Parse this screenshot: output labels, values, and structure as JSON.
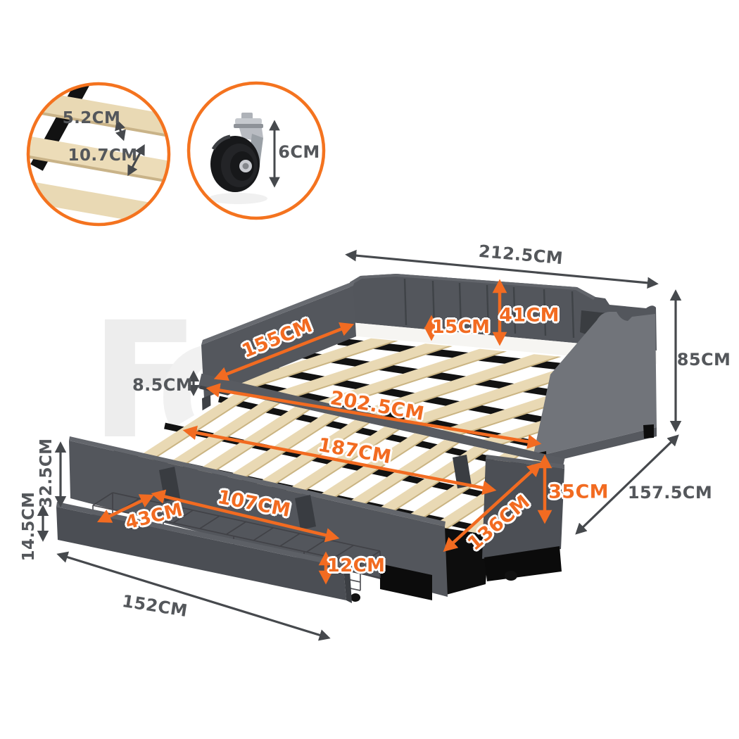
{
  "product": "daybed-with-trundle-and-storage-drawer-dimension-diagram",
  "colors": {
    "accent_orange": "#f26b21",
    "circle_ring_orange": "#f4731f",
    "label_gray": "#54575b",
    "fabric_gray": "#54575d",
    "fabric_light_gray": "#71747a",
    "slat_wood": "#e9d9b4",
    "frame_black": "#141414"
  },
  "watermark": {
    "letter1": "F",
    "letter2": "C"
  },
  "callouts": {
    "slat_detail": {
      "slat_width": "5.2CM",
      "slat_gap": "10.7CM"
    },
    "caster_detail": {
      "caster_height": "6CM"
    }
  },
  "dimensions": {
    "overall_length": "212.5CM",
    "backrest_height": "41CM",
    "deck_clearance": "15CM",
    "slat_span": "155CM",
    "overall_height": "85CM",
    "rail_thickness": "8.5CM",
    "inner_length": "202.5CM",
    "trundle_length": "187CM",
    "trundle_side_height": "32.5CM",
    "trundle_height": "35CM",
    "overall_depth": "157.5CM",
    "drawer_front_height": "14.5CM",
    "drawer_depth": "43CM",
    "drawer_inner_length": "107CM",
    "trundle_end_width": "136CM",
    "basket_height": "12CM",
    "drawer_length": "152CM"
  }
}
